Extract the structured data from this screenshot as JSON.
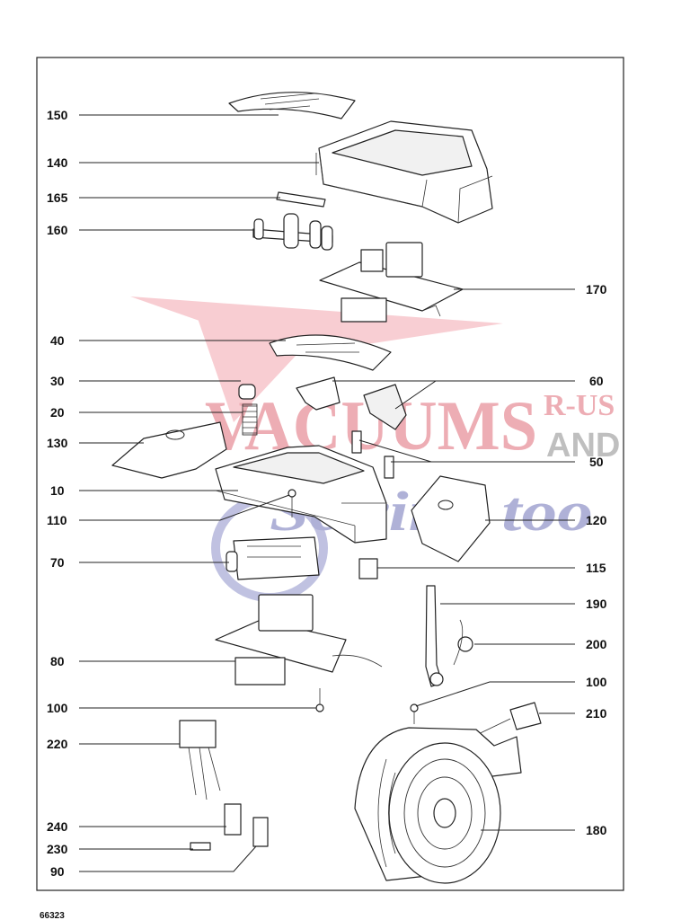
{
  "labels": {
    "p150": "150",
    "p140": "140",
    "p165": "165",
    "p160": "160",
    "p170": "170",
    "p40": "40",
    "p30": "30",
    "p60": "60",
    "p20": "20",
    "p130": "130",
    "p50": "50",
    "p10": "10",
    "p110": "110",
    "p120": "120",
    "p70": "70",
    "p115": "115",
    "p190": "190",
    "p200": "200",
    "p80": "80",
    "p100a": "100",
    "p100b": "100",
    "p210": "210",
    "p220": "220",
    "p240": "240",
    "p230": "230",
    "p90": "90",
    "p180": "180"
  },
  "watermark": {
    "main": "VACUUMS",
    "r_us": "R-US",
    "and": "AND",
    "script": "Sewing too",
    "colors": {
      "red": "#e06b78",
      "grey": "#8c8c8c",
      "blue": "#6e72b8"
    }
  },
  "footer": {
    "code": "66323"
  }
}
